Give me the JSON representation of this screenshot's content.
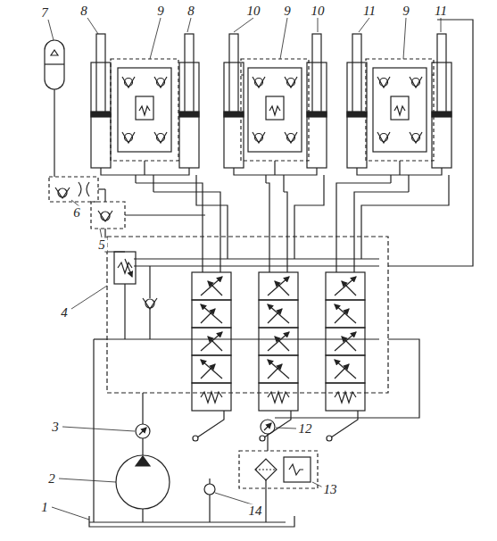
{
  "diagram": {
    "labels": [
      "7",
      "8",
      "9",
      "8",
      "10",
      "9",
      "10",
      "11",
      "9",
      "11",
      "6",
      "5",
      "4",
      "3",
      "12",
      "2",
      "1",
      "13",
      "14"
    ]
  }
}
